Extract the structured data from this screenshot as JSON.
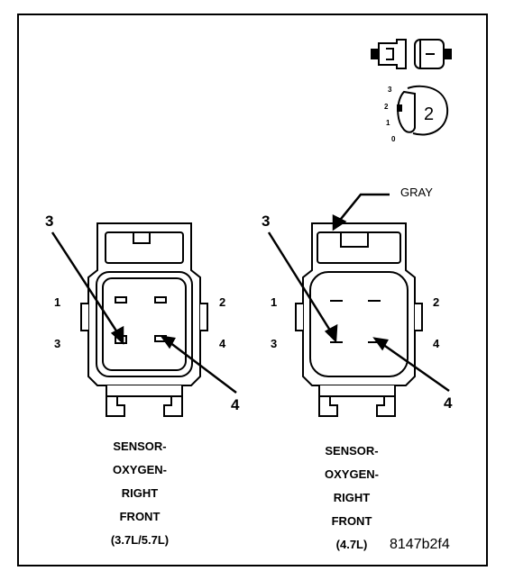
{
  "key_icon": {
    "scale_labels": [
      "3",
      "2",
      "1",
      "0"
    ],
    "position_value": "2"
  },
  "connectors": [
    {
      "pin_labels": {
        "p1": "1",
        "p2": "2",
        "p3": "3",
        "p4": "4"
      },
      "callouts": {
        "top": "3",
        "bottom": "4"
      },
      "caption": [
        "SENSOR-",
        "OXYGEN-",
        "RIGHT",
        "FRONT",
        "(3.7L/5.7L)"
      ]
    },
    {
      "color_label": "GRAY",
      "pin_labels": {
        "p1": "1",
        "p2": "2",
        "p3": "3",
        "p4": "4"
      },
      "callouts": {
        "top": "3",
        "bottom": "4"
      },
      "caption": [
        "SENSOR-",
        "OXYGEN-",
        "RIGHT",
        "FRONT",
        "(4.7L)"
      ]
    }
  ],
  "figure_id": "8147b2f4"
}
